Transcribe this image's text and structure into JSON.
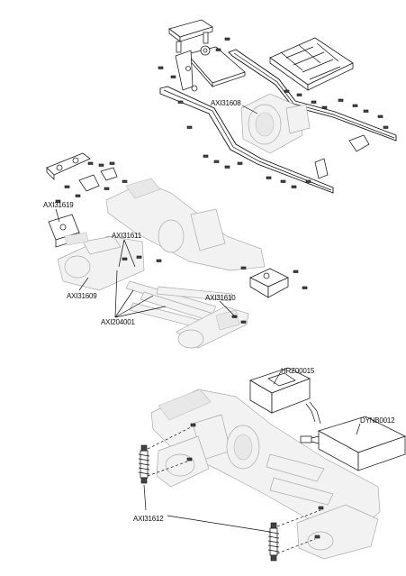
{
  "callouts": {
    "axi31608": "AXI31608",
    "axi31619": "AXI31619",
    "axi31611": "AXI31611",
    "axi31609": "AXI31609",
    "axi204001": "AXI204001",
    "axi31610": "AXI31610",
    "hrz00015": "HRZ00015",
    "dynb0012": "DYNB0012",
    "axi31612": "AXI31612"
  }
}
